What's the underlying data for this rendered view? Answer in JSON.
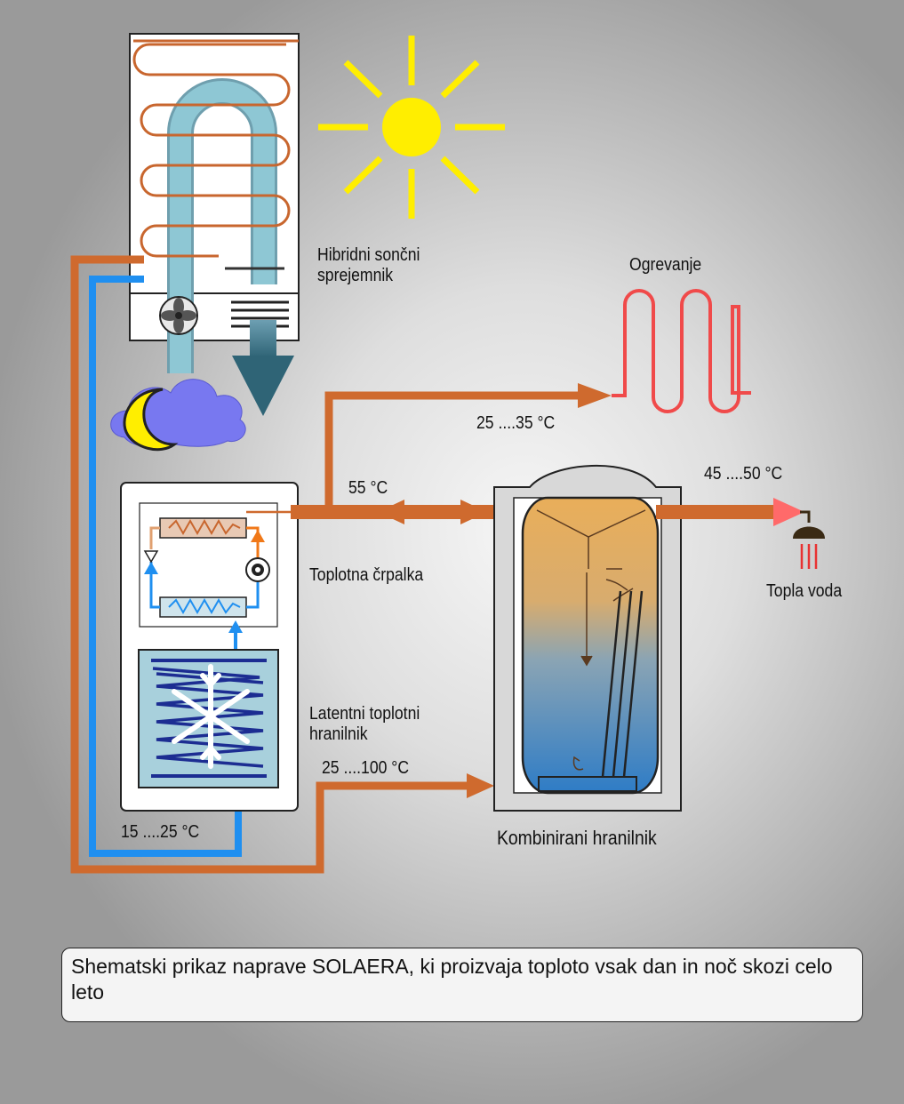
{
  "labels": {
    "collector_line1": "Hibridni sončni",
    "collector_line2": "sprejemnik",
    "heating": "Ogrevanje",
    "heat_pump": "Toplotna črpalka",
    "latent_line1": "Latentni toplotni",
    "latent_line2": "hranilnik",
    "combined_storage": "Kombinirani hranilnik",
    "hot_water": "Topla voda"
  },
  "temperatures": {
    "heating_supply": "25 ....35 °C",
    "pump_output": "55 °C",
    "hot_water_out": "45 ....50 °C",
    "storage_input": "25 ....100 °C",
    "latent_return": "15 ....25 °C"
  },
  "caption": "Shematski prikaz naprave SOLAERA, ki proizvaja toploto vsak dan in noč skozi celo leto",
  "colors": {
    "hot_pipe": "#cf6a2e",
    "cold_pipe": "#1f8ff0",
    "heating_coil": "#f04a4a",
    "sun": "#ffee00",
    "cloud": "#7878f0",
    "moon": "#ffee00",
    "tank_top": "#e7ab5a",
    "tank_bottom": "#2f7fc9",
    "collector_tube": "#8ec7d4",
    "collector_coil": "#c8662e",
    "latent_fill": "#a8d0dc",
    "latent_zigzag": "#1c2d92",
    "hot_water_arrow": "#ff6a6a"
  },
  "icons": [
    "sun-icon",
    "moon-icon",
    "cloud-icon",
    "fan-icon",
    "vent-grille-icon",
    "compressor-icon",
    "expansion-valve-icon",
    "snowflake-icon",
    "tap-icon",
    "heating-coil-icon"
  ]
}
